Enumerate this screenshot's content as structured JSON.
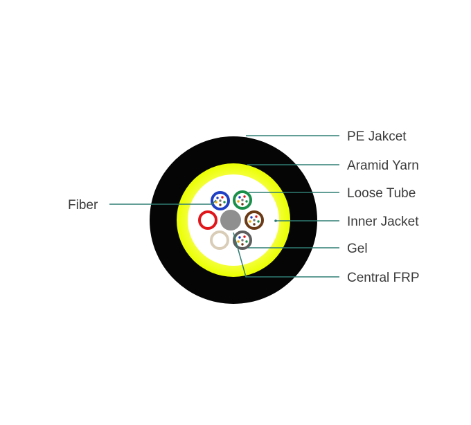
{
  "labels": {
    "pe_jacket": "PE Jakcet",
    "aramid_yarn": "Aramid Yarn",
    "loose_tube": "Loose Tube",
    "inner_jacket": "Inner Jacket",
    "gel": "Gel",
    "central_frp": "Central FRP",
    "fiber": "Fiber"
  },
  "colors": {
    "pe_jacket": "#050505",
    "aramid_yarn": "#f2ff00",
    "inner_jacket": "#ffffff",
    "central_frp": "#8f8f8f",
    "leader_line": "#2e7d73",
    "tube_blue": "#1f3fc4",
    "tube_green": "#1a8f4a",
    "tube_brown": "#6b3a16",
    "tube_red": "#e0161b",
    "tube_natural": "#d9cdb8",
    "tube_slate": "#5e5e5e"
  }
}
